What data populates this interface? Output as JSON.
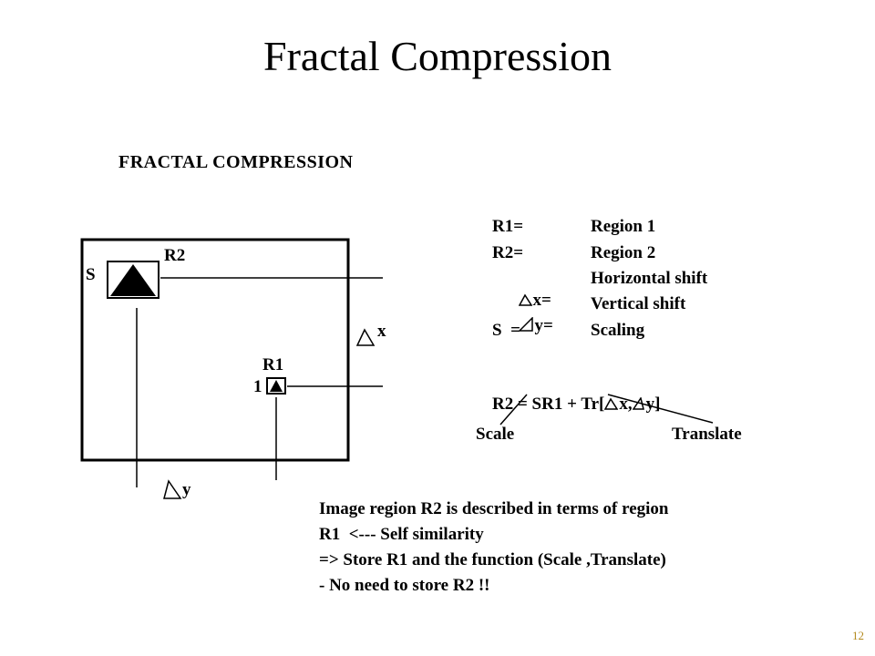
{
  "slide": {
    "title": "Fractal Compression",
    "page_number": "12"
  },
  "figure": {
    "heading": "FRACTAL COMPRESSION",
    "labels": {
      "r2": "R2",
      "s": "S",
      "r1": "R1",
      "one": "1",
      "dx": "x",
      "dy": "y"
    },
    "legend": [
      {
        "symbol": "R1=",
        "definition": "Region 1"
      },
      {
        "symbol": "R2=",
        "definition": "Region 2"
      },
      {
        "symbol": "x=",
        "definition": "Horizontal shift",
        "delta": true
      },
      {
        "symbol": "y=",
        "definition": "Vertical shift",
        "delta": true
      },
      {
        "symbol": "S  =",
        "definition": "Scaling"
      }
    ],
    "equation": {
      "left": "R2 = SR1 + Tr[",
      "dx": "x,",
      "dy": "y]"
    },
    "scale_label": "Scale",
    "translate_label": "Translate",
    "description": [
      "Image region R2 is described in terms of region",
      "R1  <--- Self similarity",
      "=> Store R1 and the function (Scale ,Translate)",
      "- No need to store R2 !!"
    ]
  },
  "icons": {
    "delta": "delta-triangle-icon",
    "filled_triangle": "filled-triangle-icon"
  }
}
